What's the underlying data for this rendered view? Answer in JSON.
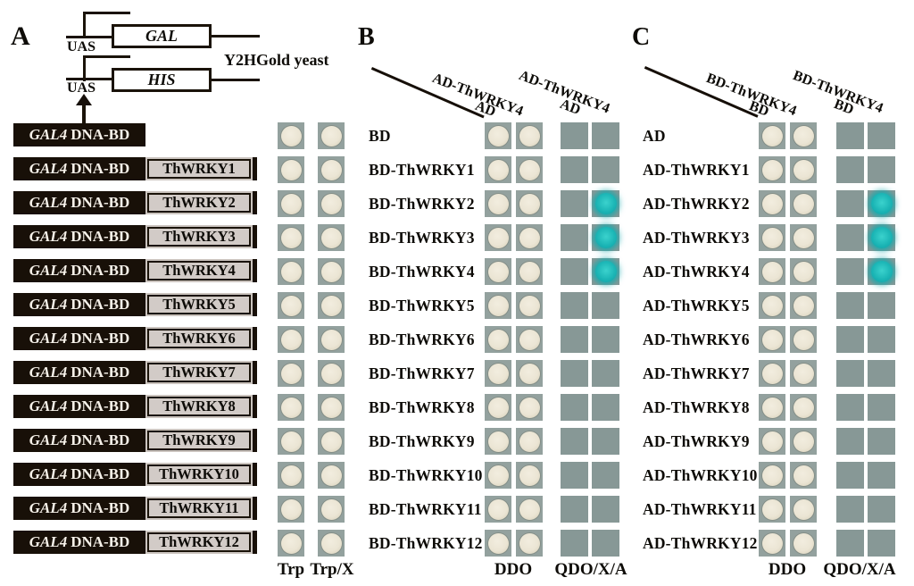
{
  "panelA": {
    "label": "A",
    "uas": "UAS",
    "gal_gene": "GAL",
    "his_gene": "HIS",
    "yeast_strain": "Y2HGold yeast",
    "bd_gene": "GAL4",
    "bd_rest": "DNA-BD",
    "fusions": [
      "",
      "ThWRKY1",
      "ThWRKY2",
      "ThWRKY3",
      "ThWRKY4",
      "ThWRKY5",
      "ThWRKY6",
      "ThWRKY7",
      "ThWRKY8",
      "ThWRKY9",
      "ThWRKY10",
      "ThWRKY11",
      "ThWRKY12"
    ],
    "media": [
      "Trp",
      "Trp/X"
    ]
  },
  "panelB": {
    "label": "B",
    "groups": [
      {
        "medium": "DDO",
        "col1": "AD",
        "col2": "AD-ThWRKY4"
      },
      {
        "medium": "QDO/X/A",
        "col1": "AD",
        "col2": "AD-ThWRKY4"
      }
    ],
    "rows": [
      {
        "label": "BD",
        "blue": false
      },
      {
        "label": "BD-ThWRKY1",
        "blue": false
      },
      {
        "label": "BD-ThWRKY2",
        "blue": true
      },
      {
        "label": "BD-ThWRKY3",
        "blue": true
      },
      {
        "label": "BD-ThWRKY4",
        "blue": true
      },
      {
        "label": "BD-ThWRKY5",
        "blue": false
      },
      {
        "label": "BD-ThWRKY6",
        "blue": false
      },
      {
        "label": "BD-ThWRKY7",
        "blue": false
      },
      {
        "label": "BD-ThWRKY8",
        "blue": false
      },
      {
        "label": "BD-ThWRKY9",
        "blue": false
      },
      {
        "label": "BD-ThWRKY10",
        "blue": false
      },
      {
        "label": "BD-ThWRKY11",
        "blue": false
      },
      {
        "label": "BD-ThWRKY12",
        "blue": false
      }
    ]
  },
  "panelC": {
    "label": "C",
    "groups": [
      {
        "medium": "DDO",
        "col1": "BD",
        "col2": "BD-ThWRKY4"
      },
      {
        "medium": "QDO/X/A",
        "col1": "BD",
        "col2": "BD-ThWRKY4"
      }
    ],
    "rows": [
      {
        "label": "AD",
        "blue": false
      },
      {
        "label": "AD-ThWRKY1",
        "blue": false
      },
      {
        "label": "AD-ThWRKY2",
        "blue": true
      },
      {
        "label": "AD-ThWRKY3",
        "blue": true
      },
      {
        "label": "AD-ThWRKY4",
        "blue": true
      },
      {
        "label": "AD-ThWRKY5",
        "blue": false
      },
      {
        "label": "AD-ThWRKY6",
        "blue": false
      },
      {
        "label": "AD-ThWRKY7",
        "blue": false
      },
      {
        "label": "AD-ThWRKY8",
        "blue": false
      },
      {
        "label": "AD-ThWRKY9",
        "blue": false
      },
      {
        "label": "AD-ThWRKY10",
        "blue": false
      },
      {
        "label": "AD-ThWRKY11",
        "blue": false
      },
      {
        "label": "AD-ThWRKY12",
        "blue": false
      }
    ]
  },
  "colors": {
    "plate": "#93a19e",
    "plate_selective": "#879896",
    "colony_cream": "#ebe5d4",
    "colony_blue": "#1cb6b6",
    "construct_black": "#181008",
    "fusion_grey": "#d2cbc7"
  }
}
